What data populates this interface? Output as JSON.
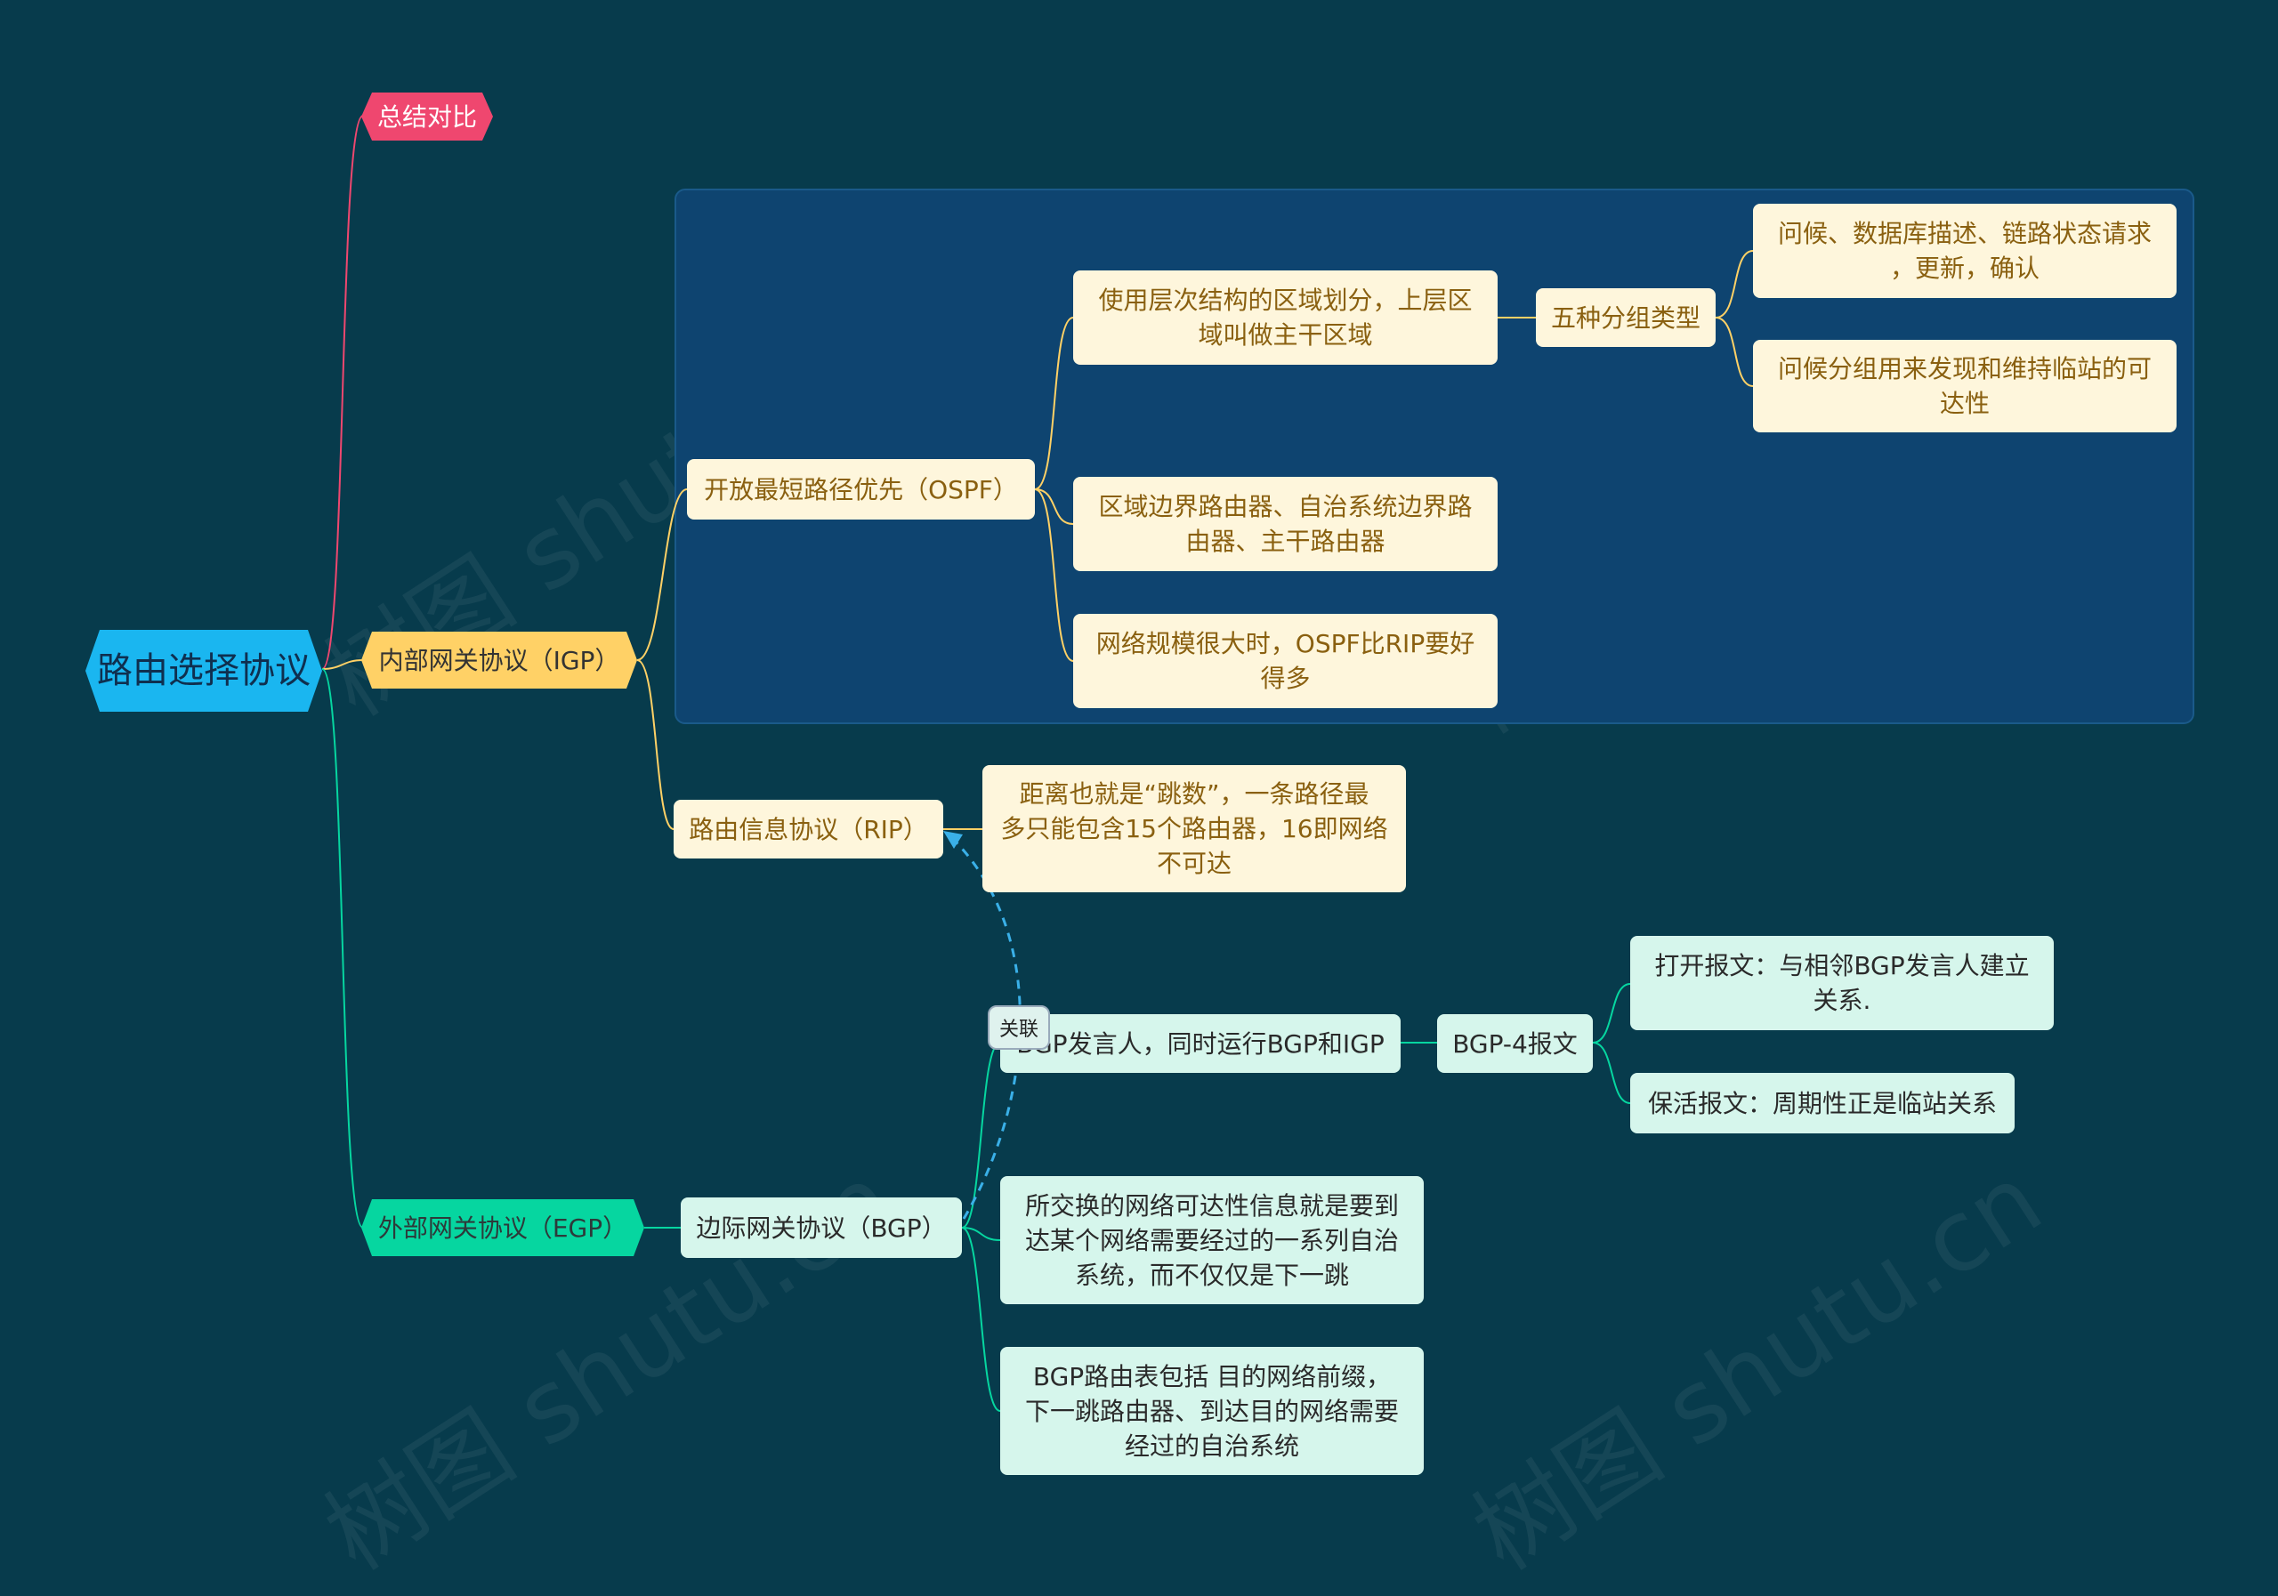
{
  "root": "路由选择协议",
  "branches": {
    "summary": "总结对比",
    "igp": "内部网关协议（IGP）",
    "egp": "外部网关协议（EGP）"
  },
  "igp": {
    "ospf": {
      "label": "开放最短路径优先（OSPF）",
      "hierarchy": [
        "使用层次结构的区域划分，上层区",
        "域叫做主干区域"
      ],
      "packet_types": "五种分组类型",
      "packet_detail_1": [
        "问候、数据库描述、链路状态请求",
        "，更新，确认"
      ],
      "packet_detail_2": [
        "问候分组用来发现和维持临站的可",
        "达性"
      ],
      "routers": [
        "区域边界路由器、自治系统边界路",
        "由器、主干路由器"
      ],
      "scale": [
        "网络规模很大时，OSPF比RIP要好",
        "得多"
      ]
    },
    "rip": {
      "label": "路由信息协议（RIP）",
      "detail": [
        "距离也就是“跳数”，一条路径最",
        "多只能包含15个路由器，16即网络",
        "不可达"
      ]
    }
  },
  "egp": {
    "bgp": {
      "label": "边际网关协议（BGP）",
      "speaker": "BGP发言人，同时运行BGP和IGP",
      "bgp4": "BGP-4报文",
      "open_msg": [
        "打开报文：与相邻BGP发言人建立",
        "关系."
      ],
      "keepalive_msg": "保活报文：周期性正是临站关系",
      "reachability": [
        "所交换的网络可达性信息就是要到",
        "达某个网络需要经过的一系列自治",
        "系统，而不仅仅是下一跳"
      ],
      "route_table": [
        "BGP路由表包括  目的网络前缀，",
        "下一跳路由器、到达目的网络需要",
        "经过的自治系统"
      ]
    }
  },
  "relation_label": "关联",
  "watermarks": [
    "树图 shutu.cn",
    "树图 shutu.cn",
    "树图 shutu.cn",
    "树图 shutu.cn"
  ],
  "colors": {
    "background": "#073b4c",
    "group_box": "#0e4470",
    "root": "#1ab6f0",
    "summary": "#ef476f",
    "igp": "#ffd166",
    "egp": "#06d6a0",
    "yellow_node": "#fef6dc",
    "green_node": "#d6f6ec",
    "relation_line": "#3ab0e8"
  }
}
